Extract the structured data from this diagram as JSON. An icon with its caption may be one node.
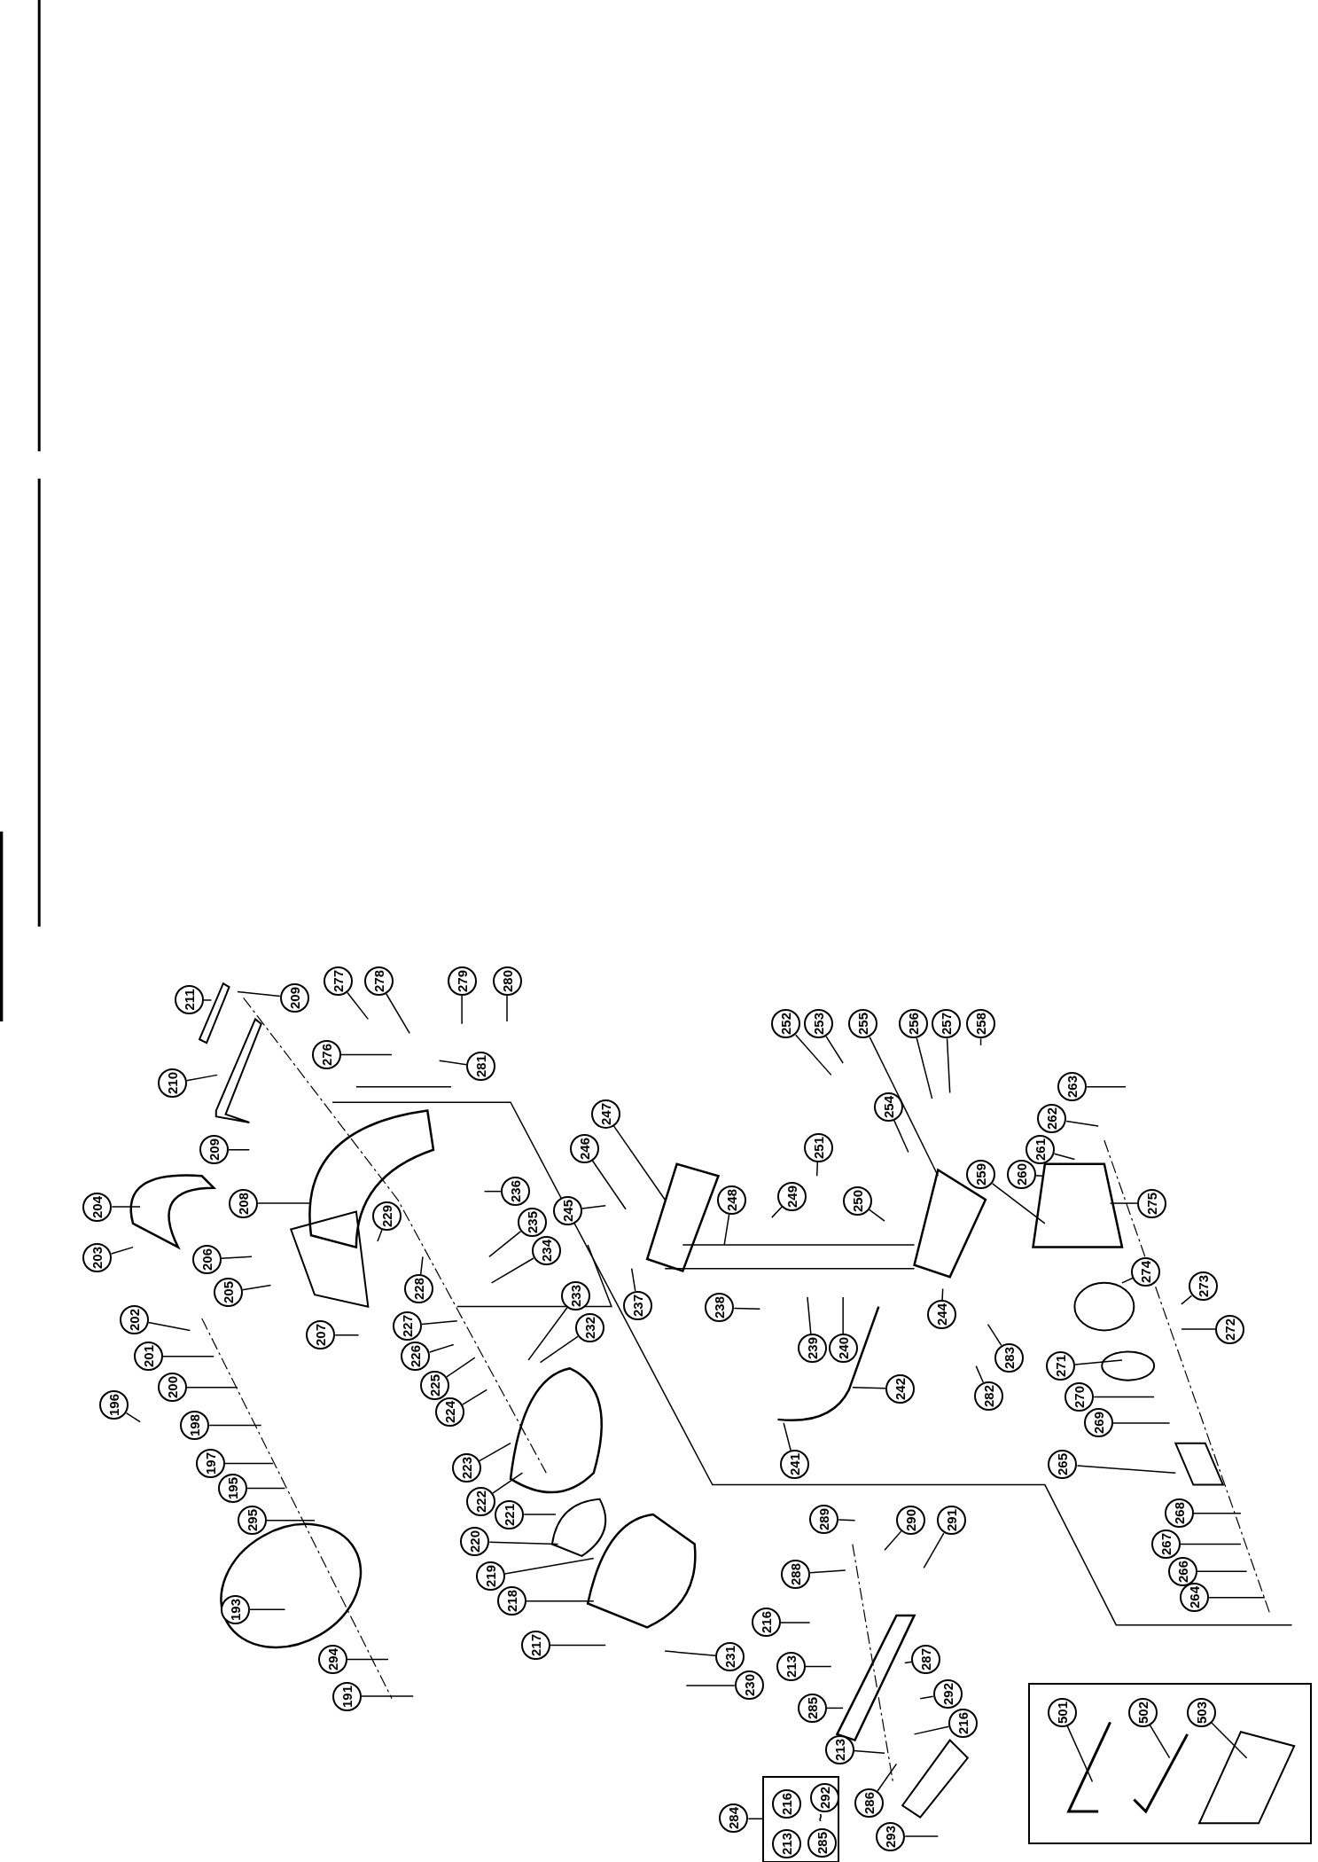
{
  "diagram": {
    "nodes": [
      {
        "text": [
          "277"
        ]
      },
      {
        "text": [
          "278"
        ]
      },
      {
        "text": [
          "279"
        ]
      },
      {
        "text": [
          "280"
        ]
      },
      {
        "text": [
          "211"
        ]
      },
      {
        "text": [
          "209"
        ]
      },
      {
        "text": [
          "252"
        ]
      },
      {
        "text": [
          "253"
        ]
      },
      {
        "text": [
          "255"
        ]
      },
      {
        "text": [
          "256"
        ]
      },
      {
        "text": [
          "257"
        ]
      },
      {
        "text": [
          "258"
        ]
      },
      {
        "text": [
          "276"
        ]
      },
      {
        "text": [
          "281"
        ]
      },
      {
        "text": [
          "210"
        ]
      },
      {
        "text": [
          "263"
        ]
      },
      {
        "text": [
          "254"
        ]
      },
      {
        "text": [
          "247"
        ]
      },
      {
        "text": [
          "262"
        ]
      },
      {
        "text": [
          "251"
        ]
      },
      {
        "text": [
          "246"
        ]
      },
      {
        "text": [
          "209"
        ]
      },
      {
        "text": [
          "261"
        ]
      },
      {
        "text": [
          "259"
        ]
      },
      {
        "text": [
          "260"
        ]
      },
      {
        "text": [
          "236"
        ]
      },
      {
        "text": [
          "249"
        ]
      },
      {
        "text": [
          "248"
        ]
      },
      {
        "text": [
          "250"
        ]
      },
      {
        "text": [
          "275"
        ]
      },
      {
        "text": [
          "208"
        ]
      },
      {
        "text": [
          "204"
        ]
      },
      {
        "text": [
          "245"
        ]
      },
      {
        "text": [
          "229"
        ]
      },
      {
        "text": [
          "235"
        ]
      },
      {
        "text": [
          "234"
        ]
      },
      {
        "text": [
          "203"
        ]
      },
      {
        "text": [
          "206"
        ]
      },
      {
        "text": [
          "274"
        ]
      },
      {
        "text": [
          "273"
        ]
      },
      {
        "text": [
          "205"
        ]
      },
      {
        "text": [
          "228"
        ]
      },
      {
        "text": [
          "233"
        ]
      },
      {
        "text": [
          "237"
        ]
      },
      {
        "text": [
          "238"
        ]
      },
      {
        "text": [
          "244"
        ]
      },
      {
        "text": [
          "202"
        ]
      },
      {
        "text": [
          "227"
        ]
      },
      {
        "text": [
          "232"
        ]
      },
      {
        "text": [
          "272"
        ]
      },
      {
        "text": [
          "207"
        ]
      },
      {
        "text": [
          "239"
        ]
      },
      {
        "text": [
          "240"
        ]
      },
      {
        "text": [
          "201"
        ]
      },
      {
        "text": [
          "226"
        ]
      },
      {
        "text": [
          "283"
        ]
      },
      {
        "text": [
          "271"
        ]
      },
      {
        "text": [
          "225"
        ]
      },
      {
        "text": [
          "200"
        ]
      },
      {
        "text": [
          "242"
        ]
      },
      {
        "text": [
          "282"
        ]
      },
      {
        "text": [
          "270"
        ]
      },
      {
        "text": [
          "196"
        ]
      },
      {
        "text": [
          "224"
        ]
      },
      {
        "text": [
          "269"
        ]
      },
      {
        "text": [
          "198"
        ]
      },
      {
        "text": [
          "241"
        ]
      },
      {
        "text": [
          "197"
        ]
      },
      {
        "text": [
          "223"
        ]
      },
      {
        "text": [
          "265"
        ]
      },
      {
        "text": [
          "195"
        ]
      },
      {
        "text": [
          "222"
        ]
      },
      {
        "text": [
          "221"
        ]
      },
      {
        "text": [
          "268"
        ]
      },
      {
        "text": [
          "289"
        ]
      },
      {
        "text": [
          "290"
        ]
      },
      {
        "text": [
          "291"
        ]
      },
      {
        "text": [
          "295"
        ]
      },
      {
        "text": [
          "220"
        ]
      },
      {
        "text": [
          "267"
        ]
      },
      {
        "text": [
          "266"
        ]
      },
      {
        "text": [
          "288"
        ]
      },
      {
        "text": [
          "219"
        ]
      },
      {
        "text": [
          "264"
        ]
      },
      {
        "text": [
          "218"
        ]
      },
      {
        "text": [
          "193"
        ]
      },
      {
        "text": [
          "216"
        ]
      },
      {
        "text": [
          "217"
        ]
      },
      {
        "text": [
          "231"
        ]
      },
      {
        "text": [
          "294"
        ]
      },
      {
        "text": [
          "287"
        ]
      },
      {
        "text": [
          "213"
        ]
      },
      {
        "text": [
          "230"
        ]
      },
      {
        "text": [
          "292"
        ]
      },
      {
        "text": [
          "191"
        ]
      },
      {
        "text": [
          "285"
        ]
      },
      {
        "text": [],
        "shape": "box"
      },
      {
        "text": [
          "501"
        ],
        "in": 96
      },
      {
        "text": [
          "502"
        ],
        "in": 96
      },
      {
        "text": [
          "503"
        ],
        "in": 96
      },
      {
        "text": [
          "216"
        ]
      },
      {
        "text": [
          "213"
        ]
      },
      {
        "text": [],
        "shape": "box"
      },
      {
        "text": [
          "216"
        ],
        "in": 102
      },
      {
        "text": [
          "292"
        ],
        "in": 102
      },
      {
        "text": [
          "286"
        ]
      },
      {
        "text": [
          "213"
        ],
        "in": 102
      },
      {
        "text": [
          "285"
        ],
        "in": 102
      },
      {
        "text": [
          "293"
        ]
      },
      {
        "text": [
          "284"
        ]
      }
    ],
    "edges": [
      {
        "from": 0,
        "to": null,
        "arrow": "none"
      },
      {
        "from": 1,
        "to": null,
        "arrow": "none"
      },
      {
        "from": 2,
        "to": null,
        "arrow": "none"
      },
      {
        "from": 3,
        "to": null,
        "arrow": "none"
      },
      {
        "from": 4,
        "to": null,
        "arrow": "none"
      },
      {
        "from": 5,
        "to": null,
        "arrow": "none"
      },
      {
        "from": 6,
        "to": null,
        "arrow": "none"
      },
      {
        "from": 7,
        "to": null,
        "arrow": "none"
      },
      {
        "from": 8,
        "to": null,
        "arrow": "none"
      },
      {
        "from": 9,
        "to": null,
        "arrow": "none"
      },
      {
        "from": 10,
        "to": null,
        "arrow": "none"
      },
      {
        "from": 11,
        "to": null,
        "arrow": "none"
      },
      {
        "from": 12,
        "to": null,
        "arrow": "none"
      },
      {
        "from": 13,
        "to": null,
        "arrow": "none"
      },
      {
        "from": 14,
        "to": null,
        "arrow": "none"
      },
      {
        "from": 15,
        "to": null,
        "arrow": "none"
      },
      {
        "from": 16,
        "to": null,
        "arrow": "none"
      },
      {
        "from": 17,
        "to": null,
        "arrow": "none"
      },
      {
        "from": 18,
        "to": null,
        "arrow": "none"
      },
      {
        "from": 19,
        "to": null,
        "arrow": "none"
      },
      {
        "from": 20,
        "to": null,
        "arrow": "none"
      },
      {
        "from": 21,
        "to": null,
        "arrow": "none"
      },
      {
        "from": 22,
        "to": null,
        "arrow": "none"
      },
      {
        "from": 23,
        "to": null,
        "arrow": "none"
      },
      {
        "from": 24,
        "to": null,
        "arrow": "none"
      },
      {
        "from": 25,
        "to": null,
        "arrow": "none"
      },
      {
        "from": 26,
        "to": null,
        "arrow": "none"
      },
      {
        "from": 27,
        "to": null,
        "arrow": "none"
      },
      {
        "from": 28,
        "to": null,
        "arrow": "none"
      },
      {
        "from": 29,
        "to": null,
        "arrow": "none"
      },
      {
        "from": 30,
        "to": null,
        "arrow": "none"
      },
      {
        "from": 31,
        "to": null,
        "arrow": "none"
      },
      {
        "from": 32,
        "to": null,
        "arrow": "none"
      },
      {
        "from": 33,
        "to": null,
        "arrow": "none"
      },
      {
        "from": 34,
        "to": null,
        "arrow": "none"
      },
      {
        "from": 35,
        "to": null,
        "arrow": "none"
      },
      {
        "from": 36,
        "to": null,
        "arrow": "none"
      },
      {
        "from": 37,
        "to": null,
        "arrow": "none"
      },
      {
        "from": 38,
        "to": null,
        "arrow": "none"
      },
      {
        "from": 39,
        "to": null,
        "arrow": "none"
      },
      {
        "from": 40,
        "to": null,
        "arrow": "none"
      },
      {
        "from": 41,
        "to": null,
        "arrow": "none"
      },
      {
        "from": 42,
        "to": null,
        "arrow": "none"
      },
      {
        "from": 43,
        "to": null,
        "arrow": "none"
      },
      {
        "from": 44,
        "to": null,
        "arrow": "none"
      },
      {
        "from": 45,
        "to": null,
        "arrow": "none"
      },
      {
        "from": 46,
        "to": null,
        "arrow": "none"
      },
      {
        "from": 47,
        "to": null,
        "arrow": "none"
      },
      {
        "from": 48,
        "to": null,
        "arrow": "none"
      },
      {
        "from": 49,
        "to": null,
        "arrow": "none"
      },
      {
        "from": 50,
        "to": null,
        "arrow": "none"
      },
      {
        "from": 51,
        "to": null,
        "arrow": "none"
      },
      {
        "from": 52,
        "to": null,
        "arrow": "none"
      },
      {
        "from": 53,
        "to": null,
        "arrow": "none"
      },
      {
        "from": 54,
        "to": null,
        "arrow": "none"
      },
      {
        "from": 55,
        "to": null,
        "arrow": "none"
      },
      {
        "from": 56,
        "to": null,
        "arrow": "none"
      },
      {
        "from": 57,
        "to": null,
        "arrow": "none"
      },
      {
        "from": 58,
        "to": null,
        "arrow": "none"
      },
      {
        "from": 59,
        "to": null,
        "arrow": "none"
      },
      {
        "from": 60,
        "to": null,
        "arrow": "none"
      },
      {
        "from": 61,
        "to": null,
        "arrow": "none"
      },
      {
        "from": 62,
        "to": null,
        "arrow": "none"
      },
      {
        "from": 63,
        "to": null,
        "arrow": "none"
      },
      {
        "from": 64,
        "to": null,
        "arrow": "none"
      },
      {
        "from": 65,
        "to": null,
        "arrow": "none"
      },
      {
        "from": 66,
        "to": null,
        "arrow": "none"
      },
      {
        "from": 67,
        "to": null,
        "arrow": "none"
      },
      {
        "from": 68,
        "to": null,
        "arrow": "none"
      },
      {
        "from": 69,
        "to": null,
        "arrow": "none"
      },
      {
        "from": 70,
        "to": null,
        "arrow": "none"
      },
      {
        "from": 71,
        "to": null,
        "arrow": "none"
      },
      {
        "from": 72,
        "to": null,
        "arrow": "none"
      },
      {
        "from": 73,
        "to": null,
        "arrow": "none"
      },
      {
        "from": 74,
        "to": null,
        "arrow": "none"
      },
      {
        "from": 75,
        "to": null,
        "arrow": "none"
      },
      {
        "from": 76,
        "to": null,
        "arrow": "none"
      },
      {
        "from": 77,
        "to": null,
        "arrow": "none"
      },
      {
        "from": 78,
        "to": null,
        "arrow": "none"
      },
      {
        "from": 79,
        "to": null,
        "arrow": "none"
      },
      {
        "from": 80,
        "to": null,
        "arrow": "none"
      },
      {
        "from": 81,
        "to": null,
        "arrow": "none"
      },
      {
        "from": 82,
        "to": null,
        "arrow": "none"
      },
      {
        "from": 83,
        "to": null,
        "arrow": "none"
      },
      {
        "from": 84,
        "to": null,
        "arrow": "none"
      },
      {
        "from": 85,
        "to": null,
        "arrow": "none"
      },
      {
        "from": 86,
        "to": null,
        "arrow": "none"
      },
      {
        "from": 87,
        "to": null,
        "arrow": "none"
      },
      {
        "from": 88,
        "to": null,
        "arrow": "none"
      },
      {
        "from": 89,
        "to": null,
        "arrow": "none"
      },
      {
        "from": 90,
        "to": null,
        "arrow": "none"
      },
      {
        "from": 91,
        "to": null,
        "arrow": "none"
      },
      {
        "from": 92,
        "to": null,
        "arrow": "none"
      },
      {
        "from": 93,
        "to": null,
        "arrow": "none"
      },
      {
        "from": 94,
        "to": null,
        "arrow": "none"
      },
      {
        "from": 95,
        "to": null,
        "arrow": "none"
      },
      {
        "from": 97,
        "to": null,
        "arrow": "none"
      },
      {
        "from": 98,
        "to": null,
        "arrow": "none"
      },
      {
        "from": 99,
        "to": null,
        "arrow": "none"
      },
      {
        "from": 100,
        "to": null,
        "arrow": "none"
      },
      {
        "from": 101,
        "to": null,
        "arrow": "none"
      },
      {
        "from": 105,
        "to": null,
        "arrow": "none"
      },
      {
        "from": 108,
        "to": null,
        "arrow": "none"
      },
      {
        "from": 109,
        "to": 102,
        "arrow": "none"
      }
    ],
    "labels": [
      "~"
    ]
  }
}
